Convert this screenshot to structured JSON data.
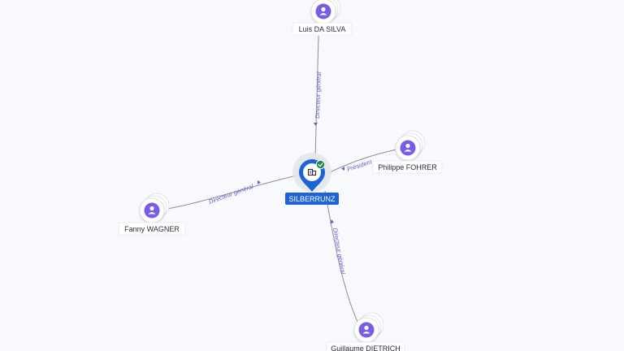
{
  "colors": {
    "person_icon": "#7b5ce6",
    "company_pin": "#1b63d6",
    "status_ok": "#1e8a4a",
    "edge": "#8a8f9c",
    "edge_label": "#6b5fc7"
  },
  "company": {
    "name": "SILBERRUNZ",
    "icon": "building-icon",
    "status_icon": "check-icon"
  },
  "persons": [
    {
      "id": "luis",
      "name": "Luis DA SILVA",
      "role": "Directeur général",
      "icon": "person-icon"
    },
    {
      "id": "philippe",
      "name": "Philippe FOHRER",
      "role": "Président",
      "icon": "person-icon"
    },
    {
      "id": "fanny",
      "name": "Fanny WAGNER",
      "role": "Directeur général",
      "icon": "person-icon"
    },
    {
      "id": "guillaume",
      "name": "Guillaume DIETRICH",
      "role": "Directeur général",
      "icon": "person-icon"
    }
  ]
}
